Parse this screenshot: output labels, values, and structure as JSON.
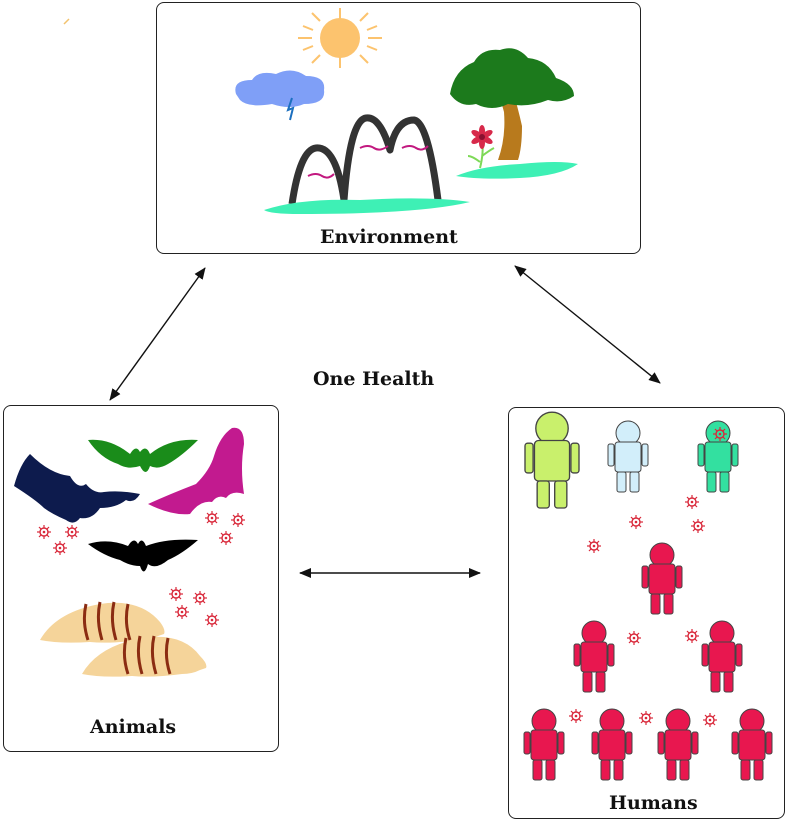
{
  "title": "One Health",
  "nodes": {
    "environment": {
      "label": "Environment"
    },
    "animals": {
      "label": "Animals"
    },
    "humans": {
      "label": "Humans"
    }
  },
  "edges": [
    {
      "from": "environment",
      "to": "animals",
      "bidirectional": true
    },
    {
      "from": "environment",
      "to": "humans",
      "bidirectional": true
    },
    {
      "from": "animals",
      "to": "humans",
      "bidirectional": true
    }
  ],
  "colors": {
    "sun": "#fcc36e",
    "cloud": "#7f9ff7",
    "tree_canopy": "#1c7a1c",
    "tree_trunk": "#b87a1d",
    "ground": "#3ef0b5",
    "mountain": "#333333",
    "bat_navy": "#0d1b4d",
    "bat_green": "#1a8c1a",
    "bat_magenta": "#c21a8f",
    "bat_black": "#000000",
    "armadillo": "#f5d49a",
    "armadillo_stripe": "#8b2c12",
    "virus": "#d9283a",
    "human_lime": "#c9f06c",
    "human_lightblue": "#d2eefa",
    "human_teal": "#33e0a0",
    "human_red": "#e8174f"
  },
  "icons": [
    "sun-icon",
    "cloud-icon",
    "lightning-icon",
    "mountains-icon",
    "tree-icon",
    "flower-icon",
    "bat-icon",
    "armadillo-icon",
    "virus-icon",
    "person-icon"
  ]
}
